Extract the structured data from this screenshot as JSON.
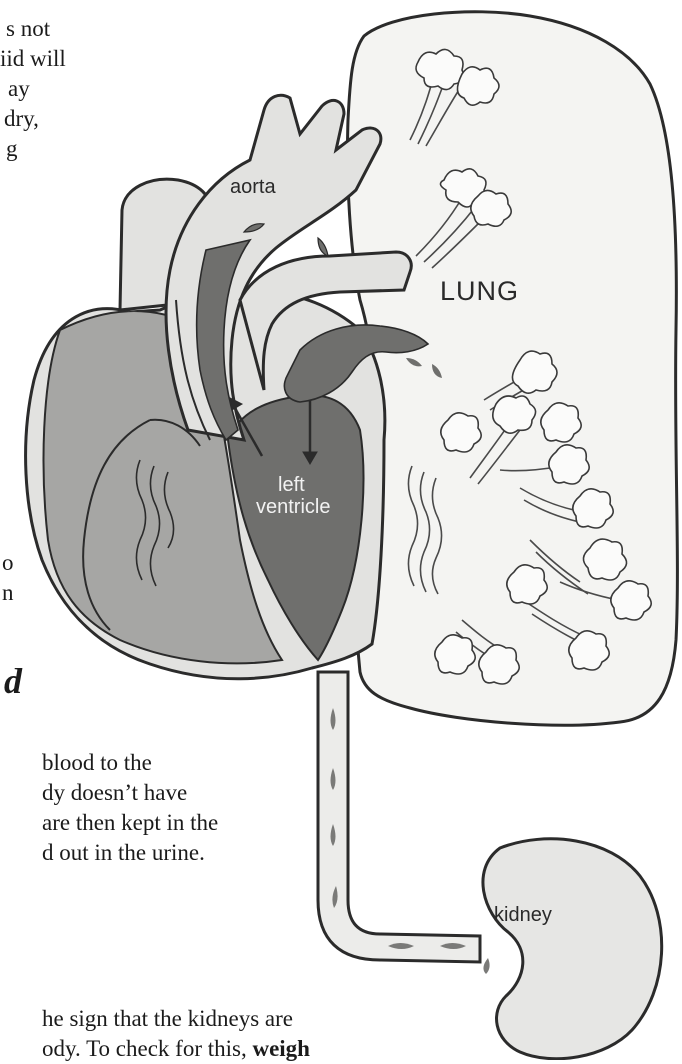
{
  "left_column_text": {
    "line_1": "s not",
    "line_2": "iid will",
    "line_3": "ay",
    "line_4": "dry,",
    "line_5": "g",
    "line_6": "o",
    "line_7": "n",
    "heading_fragment": "d"
  },
  "bottom_text": {
    "line_1": "blood to the",
    "line_2": "dy doesn’t have",
    "line_3": "are then kept in the",
    "line_4": "d out in the urine.",
    "line_5": "he sign that the kidneys are",
    "line_6_normal": "ody. To check for this,",
    "line_6_bold": "weigh"
  },
  "diagram_labels": {
    "aorta": "aorta",
    "lung": "LUNG",
    "left_ventricle_line1": "left",
    "left_ventricle_line2": "ventricle",
    "kidney": "kidney"
  },
  "colors": {
    "outline": "#2b2b2b",
    "heart_light": "#e2e2e0",
    "heart_mid": "#a6a6a4",
    "heart_dark": "#6f6f6d",
    "lung_fill": "#f4f4f2",
    "kidney_fill": "#e6e6e4"
  }
}
